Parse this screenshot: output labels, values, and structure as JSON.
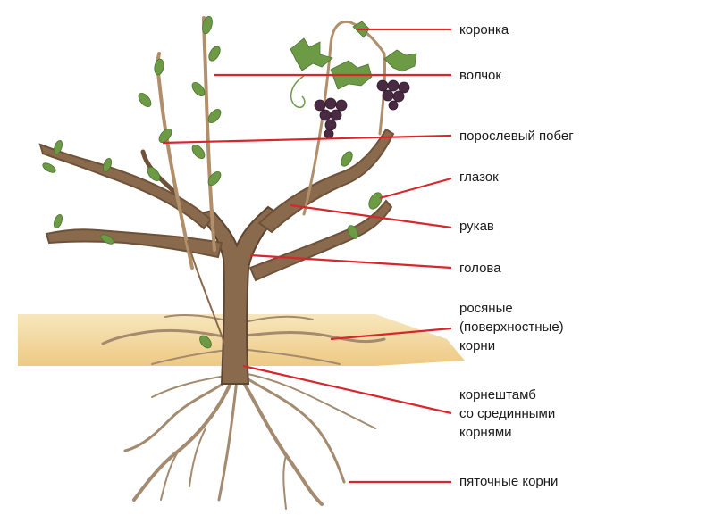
{
  "colors": {
    "leader_line": "#d8262d",
    "trunk": "#8a6a4c",
    "trunk_dark": "#5e4532",
    "root": "#a48a6f",
    "leaf": "#6d9a44",
    "soil": "#f1d28f",
    "grape": "#4a2a43"
  },
  "labels": {
    "koronka": "коронка",
    "volchok": "волчок",
    "poroslevy": "порослевый побег",
    "glazok": "глазок",
    "rukav": "рукав",
    "golova": "голова",
    "rosyanye_1": "росяные",
    "rosyanye_2": "(поверхностные)",
    "rosyanye_3": "корни",
    "kornestamb_1": "корнештамб",
    "kornestamb_2": "со срединными",
    "kornestamb_3": "корнями",
    "pyatochnye": "пяточные корни"
  }
}
